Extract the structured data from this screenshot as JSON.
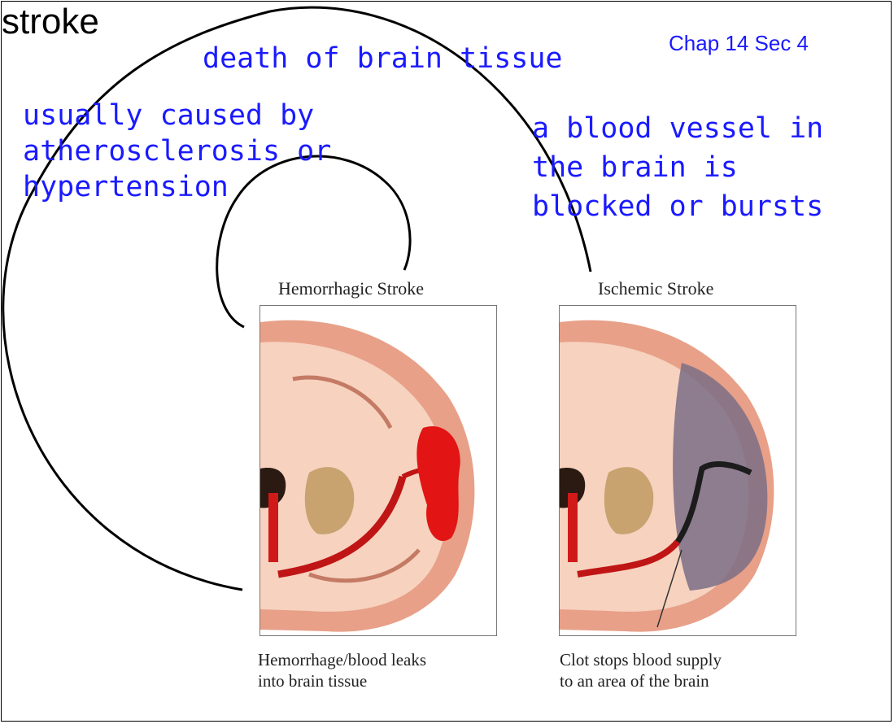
{
  "header": {
    "chapter_label": "Chap 14 Sec 4"
  },
  "concept_map": {
    "center": "stroke",
    "outer_definition": "death of brain tissue",
    "cause_note": [
      "usually caused by",
      "atherosclerosis or",
      "hypertension"
    ],
    "mechanism_note": [
      "a blood vessel in",
      "the brain is",
      "blocked or bursts"
    ]
  },
  "figures": [
    {
      "title": "Hemorrhagic Stroke",
      "caption": [
        "Hemorrhage/blood leaks",
        "into brain tissue"
      ],
      "icon": "brain-coronal-section-bleeding-icon"
    },
    {
      "title": "Ischemic Stroke",
      "caption": [
        "Clot stops blood supply",
        "to an area of the brain"
      ],
      "icon": "brain-coronal-section-clot-icon"
    }
  ],
  "colors": {
    "handwriting": "#1a1aff",
    "brain_tissue": "#f6d2bf",
    "cortex": "#e8a088",
    "bleed": "#e21414",
    "ischemic_zone": "#7b6f86"
  }
}
